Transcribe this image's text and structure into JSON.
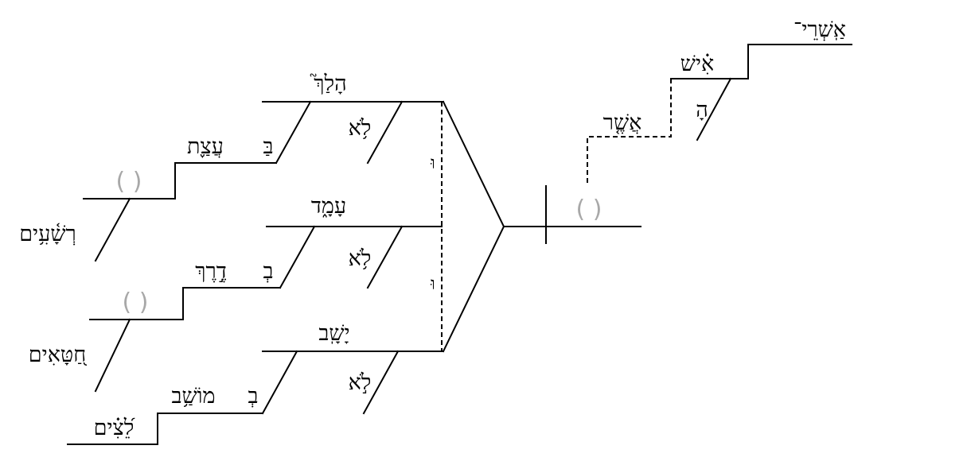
{
  "words": {
    "ashrei": "אַֽשְׁרֵי־",
    "ish": "אִ֗ישׁ",
    "ha": "הָ",
    "asher": "אֲשֶׁ֤ר",
    "halakh": "הָלַךְ֮",
    "lo1": "לֹ֥א",
    "ba1": "בַּ",
    "atsat": "עֲצַ֪ת",
    "reshaim": "רְשָׁ֫עִ֥ים",
    "amad": "עָמָ֑ד",
    "lo2": "לֹ֥א",
    "be2": "בְ",
    "derekh": "דֶ֣רֶךְ",
    "chataim": "חַ֭טָּאִים",
    "yashav": "יָשָֽׁב",
    "lo3": "לֹ֣א",
    "be3": "בְ",
    "moshav": "מוֹשַׁ֥ב",
    "letsim": "לֵ֝צִ֗ים",
    "vav1": "וּ",
    "vav2": "וּ"
  },
  "placeholders": {
    "subject": "( )",
    "mod1": "( )",
    "mod2": "( )"
  },
  "colors": {
    "lines": "#000000",
    "text": "#000000",
    "placeholder": "#a8a8a8"
  }
}
